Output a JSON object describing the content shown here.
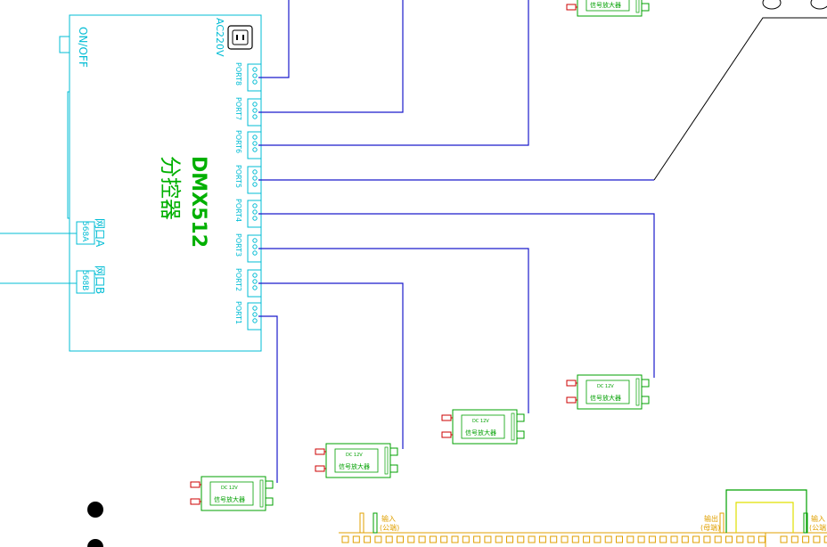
{
  "controller": {
    "title": "DMX512",
    "subtitle": "分控器",
    "power_label": "AC220V",
    "switch_label": "ON/OFF",
    "netport_a_label": "网口A",
    "netport_a_sub": "568A",
    "netport_b_label": "网口B",
    "netport_b_sub": "568B",
    "ports": [
      "PORT8",
      "PORT7",
      "PORT6",
      "PORT5",
      "PORT4",
      "PORT3",
      "PORT2",
      "PORT1"
    ]
  },
  "decoder": {
    "spec": "DC 12V",
    "name": "信号放大器"
  },
  "strip": {
    "input_label": "输入",
    "input_sub": "(公端)",
    "output_label": "输出",
    "output_sub": "(母端)"
  },
  "colors": {
    "controller": "#00bcd4",
    "wire": "#1a1acc",
    "decoder": "#00a000",
    "strip": "#e0a000",
    "red": "#cc0000",
    "text_green": "#00b000"
  }
}
